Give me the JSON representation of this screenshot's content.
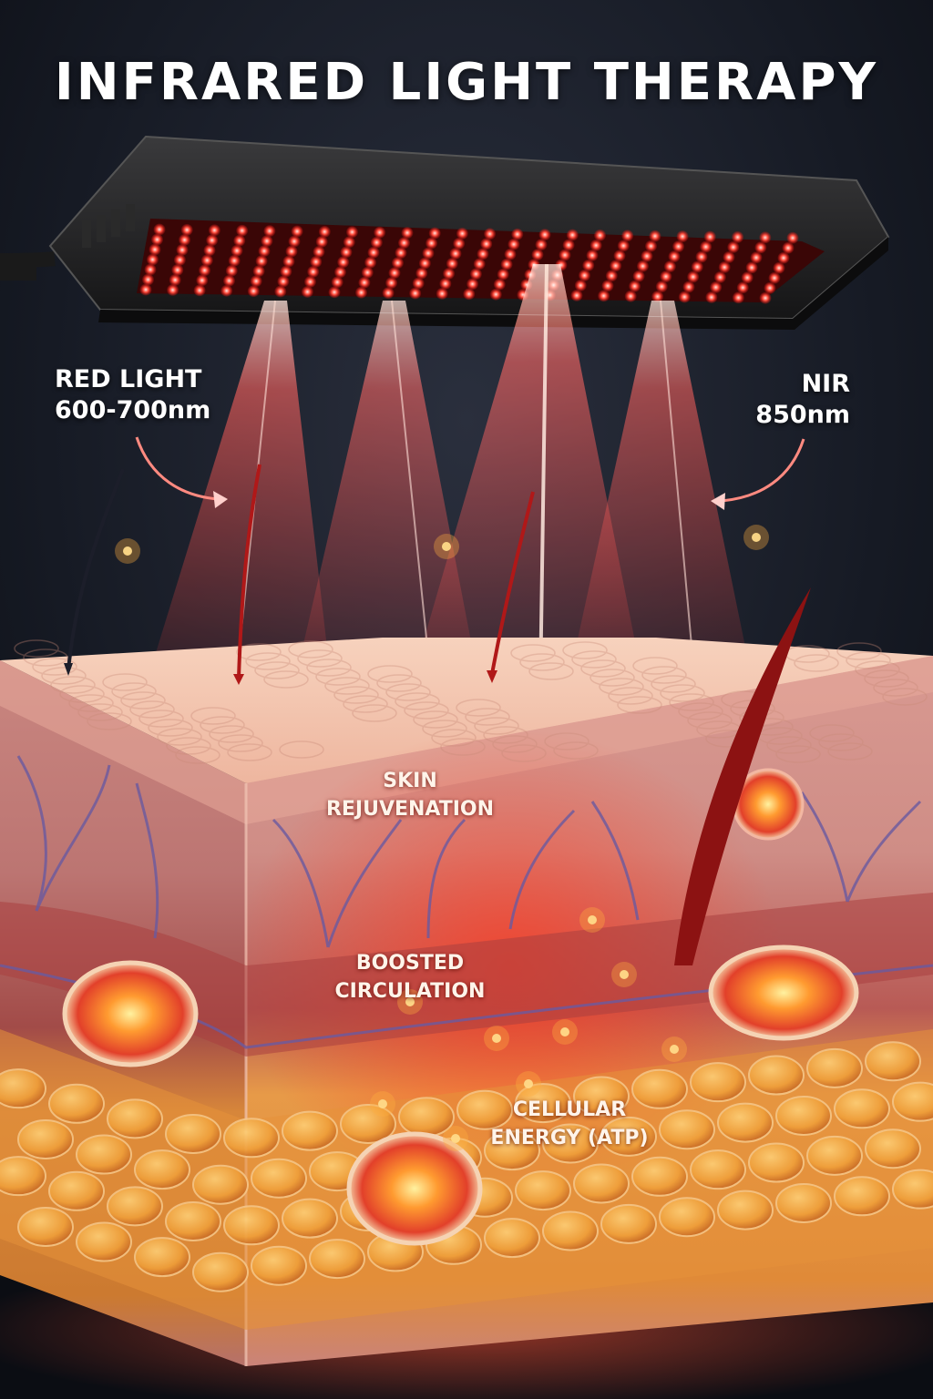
{
  "title": "INFRARED LIGHT THERAPY",
  "labels": {
    "red_light": {
      "line1": "RED LIGHT",
      "line2": "600-700nm"
    },
    "nir": {
      "line1": "NIR",
      "line2": "850nm"
    },
    "skin": {
      "line1": "SKIN",
      "line2": "REJUVENATION"
    },
    "circulation": {
      "line1": "BOOSTED",
      "line2": "CIRCULATION"
    },
    "cellular": {
      "line1": "CELLULAR",
      "line2": "ENERGY (ATP)"
    }
  },
  "colors": {
    "background": "#0f121a",
    "led": "#ff3b2e",
    "beam": "#ff4a3a",
    "skin_top": "#f3c3ad",
    "dermis": "#c9857f",
    "fat": "#f0a03a",
    "vein": "#6a5aa0"
  }
}
